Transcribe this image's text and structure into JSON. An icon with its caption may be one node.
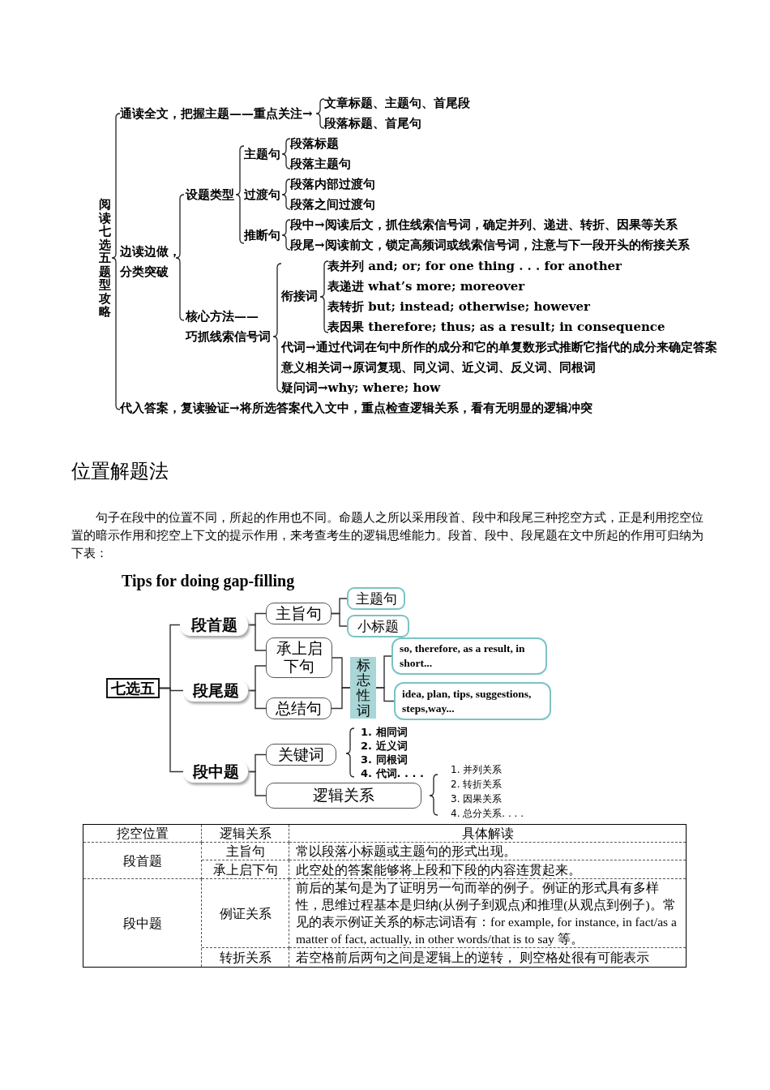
{
  "diagram": {
    "title": "位置解题法",
    "nodes": [
      {
        "text": [
          "七选五"
        ]
      },
      {
        "text": [
          "段首题"
        ]
      },
      {
        "text": [
          "主旨句"
        ]
      },
      {
        "text": [
          "主题句"
        ]
      },
      {
        "text": [
          "小标题"
        ]
      },
      {
        "text": [
          "承上启下句"
        ]
      },
      {
        "text": [
          "段尾题"
        ]
      },
      {
        "text": [
          "总结句"
        ]
      },
      {
        "text": [
          "标志性词"
        ]
      },
      {
        "text": [
          "so, therefore, as a result, in short..."
        ]
      },
      {
        "text": [
          "idea, plan, tips, suggestions, steps,way..."
        ]
      },
      {
        "text": [
          "段中题"
        ]
      },
      {
        "text": [
          "关键词"
        ]
      },
      {
        "text": [
          "逻辑关系"
        ]
      }
    ],
    "edges": [
      {
        "from": 0,
        "to": 1,
        "arrow": "none"
      },
      {
        "from": 0,
        "to": 6,
        "arrow": "none"
      },
      {
        "from": 0,
        "to": 11,
        "arrow": "none"
      },
      {
        "from": 1,
        "to": 2,
        "arrow": "none"
      },
      {
        "from": 1,
        "to": 5,
        "arrow": "none"
      },
      {
        "from": 2,
        "to": 3,
        "arrow": "none"
      },
      {
        "from": 2,
        "to": 4,
        "arrow": "none"
      },
      {
        "from": 6,
        "to": 5,
        "arrow": "none"
      },
      {
        "from": 6,
        "to": 7,
        "arrow": "none"
      },
      {
        "from": 5,
        "to": 8,
        "arrow": "none"
      },
      {
        "from": 7,
        "to": 8,
        "arrow": "none"
      },
      {
        "from": 8,
        "to": 9,
        "arrow": "none"
      },
      {
        "from": 8,
        "to": 10,
        "arrow": "none"
      },
      {
        "from": 11,
        "to": 12,
        "arrow": "none"
      },
      {
        "from": 11,
        "to": 13,
        "arrow": "none"
      }
    ],
    "labels": [
      "阅读七选五题型攻略",
      "通读全文，把握主题——重点关注→",
      "文章标题、主题句、首尾段",
      "段落标题、首尾句",
      "边读边做，分类突破",
      "设题类型",
      "主题句",
      "段落标题",
      "段落主题句",
      "过渡句",
      "段落内部过渡句",
      "段落之间过渡句",
      "推断句",
      "段中→阅读后文，抓住线索信号词，确定并列、递进、转折、因果等关系",
      "段尾→阅读前文，锁定高频词或线索信号词，注意与下一段开头的衔接关系",
      "核心方法——",
      "巧抓线索信号词",
      "衔接词",
      "表并列 and; or; for one thing . . . for another",
      "表递进 what’s more; moreover",
      "表转折 but; instead; otherwise; however",
      "表因果 therefore; thus; as a result; in consequence",
      "代词→通过代词在句中所作的成分和它的单复数形式推断它指代的成分来确定答案",
      "意义相关词→原词复现、同义词、近义词、反义词、同根词",
      "疑问词→why; where; how",
      "代入答案，复读验证→将所选答案代入文中，重点检查逻辑关系，看有无明显的逻辑冲突",
      "句子在段中的位置不同，所起的作用也不同。命题人之所以采用段首、段中和段尾三种挖空方式，正是利用挖空位置的暗示作用和挖空上下文的提示作用，来考查考生的逻辑思维能力。段首、段中、段尾题在文中所起的作用可归纳为下表：",
      "Tips for doing gap-filling",
      "1. 相同词",
      "2. 近义词",
      "3. 同根词",
      "4. 代词. . . .",
      "1. 并列关系",
      "2. 转折关系",
      "3. 因果关系",
      "4. 总分关系. . . .",
      "挖空位置",
      "逻辑关系",
      "具体解读",
      "段首题",
      "主旨句",
      "常以段落小标题或主题句的形式出现。",
      "承上启下句",
      "此空处的答案能够将上段和下段的内容连贯起来。",
      "段中题",
      "例证关系",
      "前后的某句是为了证明另一句而举的例子。例证的形式具有多样性，思维过程基本是归纳(从例子到观点)和推理(从观点到例子)。常见的表示例证关系的标志词语有：for example, for instance, in fact/as a matter of fact, actually, in other words/that is to say 等。",
      "转折关系",
      "若空格前后两句之间是逻辑上的逆转， 则空格处很有可能表示"
    ]
  }
}
